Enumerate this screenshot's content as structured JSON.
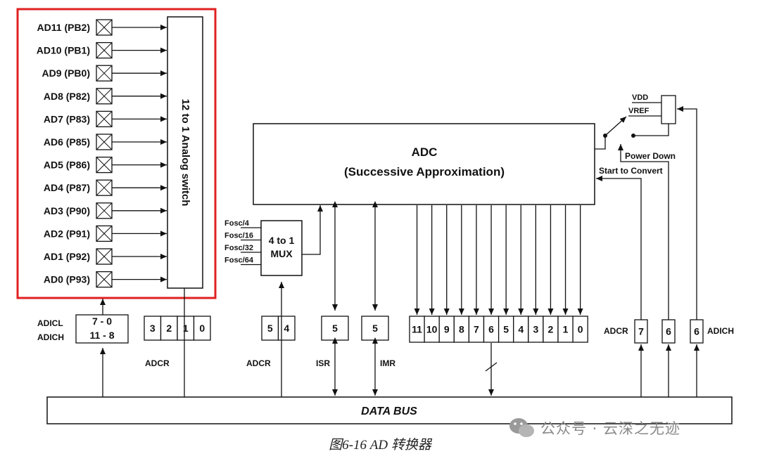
{
  "channels": [
    {
      "label": "AD11 (PB2)"
    },
    {
      "label": "AD10 (PB1)"
    },
    {
      "label": "AD9 (PB0)"
    },
    {
      "label": "AD8 (P82)"
    },
    {
      "label": "AD7 (P83)"
    },
    {
      "label": "AD6 (P85)"
    },
    {
      "label": "AD5 (P86)"
    },
    {
      "label": "AD4 (P87)"
    },
    {
      "label": "AD3 (P90)"
    },
    {
      "label": "AD2 (P91)"
    },
    {
      "label": "AD1 (P92)"
    },
    {
      "label": "AD0 (P93)"
    }
  ],
  "switch_label": "12 to 1 Analog switch",
  "adc": {
    "title": "ADC",
    "subtitle": "(Successive Approximation)"
  },
  "mux": {
    "line1": "4 to 1",
    "line2": "MUX",
    "inputs": [
      "Fosc/4",
      "Fosc/16",
      "Fosc/32",
      "Fosc/64"
    ]
  },
  "vref": {
    "vdd": "VDD",
    "vref": "VREF"
  },
  "signals": {
    "power_down": "Power Down",
    "start_convert": "Start to Convert"
  },
  "registers": {
    "adic": {
      "left_top": "ADICL",
      "left_bottom": "ADICH",
      "cell_top": "7 - 0",
      "cell_bottom": "11 - 8"
    },
    "adcr_low": {
      "cells": [
        "3",
        "2",
        "1",
        "0"
      ],
      "label": "ADCR"
    },
    "adcr_clk": {
      "cells": [
        "5",
        "4"
      ],
      "label": "ADCR"
    },
    "isr": {
      "cells": [
        "5"
      ],
      "label": "ISR"
    },
    "imr": {
      "cells": [
        "5"
      ],
      "label": "IMR"
    },
    "result": {
      "cells": [
        "11",
        "10",
        "9",
        "8",
        "7",
        "6",
        "5",
        "4",
        "3",
        "2",
        "1",
        "0"
      ]
    },
    "adcr_bit7": {
      "cells": [
        "7"
      ],
      "label": "ADCR"
    },
    "bit6": {
      "cells": [
        "6"
      ]
    },
    "adich_bit6": {
      "cells": [
        "6"
      ],
      "label": "ADICH"
    }
  },
  "data_bus": {
    "label": "DATA BUS"
  },
  "caption": "图6-16  AD 转换器",
  "watermark": {
    "text": "公众号 · 云深之无迹"
  },
  "colors": {
    "highlight": "#e02020",
    "line": "#111111",
    "watermark_logo": "#9a9a9a"
  }
}
